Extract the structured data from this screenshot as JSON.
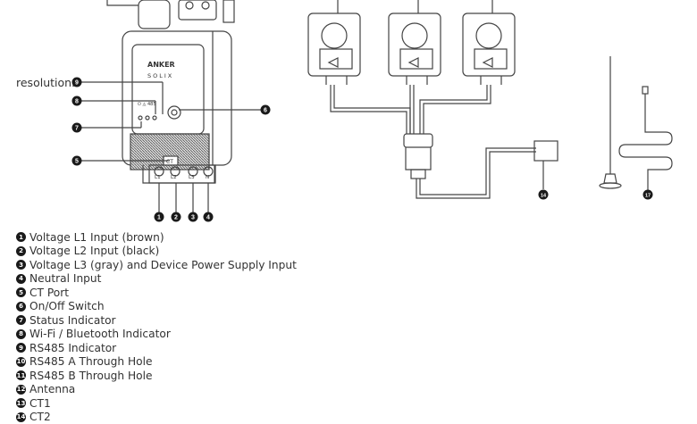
{
  "caption": "resolution.",
  "device": {
    "brand": "ANKER",
    "sub_brand": "SOLIX",
    "indicator_labels": "⏻ ◬ 485",
    "ct_label": "CT",
    "terminals": [
      "L1",
      "L2",
      "L3",
      "N"
    ]
  },
  "callouts": {
    "c9": "9",
    "c8": "8",
    "c7": "7",
    "c5": "5",
    "c6": "6",
    "c1": "1",
    "c2": "2",
    "c3": "3",
    "c4": "4",
    "c14": "14",
    "c17": "17"
  },
  "legend": [
    {
      "num": "1",
      "label": "Voltage L1 Input (brown)"
    },
    {
      "num": "2",
      "label": "Voltage L2 Input (black)"
    },
    {
      "num": "3",
      "label": "Voltage L3 (gray) and Device Power Supply Input"
    },
    {
      "num": "4",
      "label": "Neutral Input"
    },
    {
      "num": "5",
      "label": "CT Port"
    },
    {
      "num": "6",
      "label": "On/Off Switch"
    },
    {
      "num": "7",
      "label": "Status Indicator"
    },
    {
      "num": "8",
      "label": "Wi-Fi / Bluetooth Indicator"
    },
    {
      "num": "9",
      "label": "RS485 Indicator"
    },
    {
      "num": "10",
      "label": "RS485 A Through Hole"
    },
    {
      "num": "11",
      "label": "RS485 B Through Hole"
    },
    {
      "num": "12",
      "label": "Antenna"
    },
    {
      "num": "13",
      "label": "CT1"
    },
    {
      "num": "14",
      "label": "CT2"
    }
  ]
}
